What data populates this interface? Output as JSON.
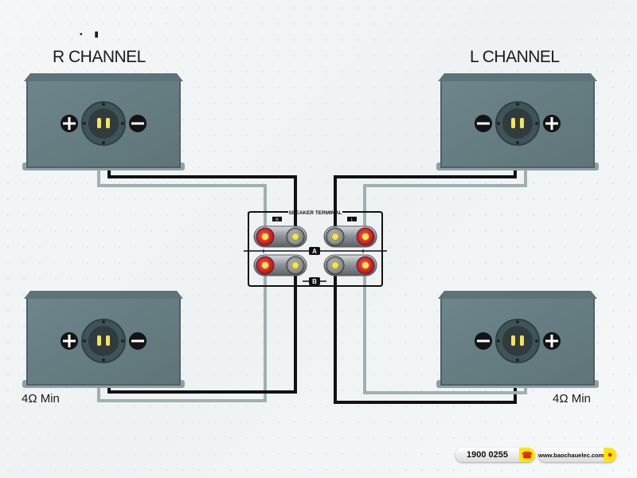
{
  "labels": {
    "r_channel": "R CHANNEL",
    "l_channel": "L CHANNEL",
    "impedance_left": "4Ω Min",
    "impedance_right": "4Ω Min",
    "top_marks": "▪ ▮"
  },
  "terminal_panel": {
    "title": "SPEAKER TERMINAL",
    "tag_r": "R",
    "tag_l": "L",
    "row_a": "A",
    "row_b": "B",
    "plus": "+",
    "minus": "−"
  },
  "speakers": [
    {
      "id": "r-top",
      "channel": "R",
      "polarity_left": "plus",
      "polarity_right": "minus"
    },
    {
      "id": "l-top",
      "channel": "L",
      "polarity_left": "minus",
      "polarity_right": "plus"
    },
    {
      "id": "r-bottom",
      "channel": "R",
      "polarity_left": "plus",
      "polarity_right": "minus"
    },
    {
      "id": "l-bottom",
      "channel": "L",
      "polarity_left": "minus",
      "polarity_right": "plus"
    }
  ],
  "wires": {
    "positive_color": "#9fb0b2",
    "negative_color": "#111111"
  },
  "colors": {
    "speaker_body": "#677f84",
    "speaker_top": "#5c7378",
    "terminal_red": "#e8141e",
    "terminal_gray": "#8f9599",
    "pin_yellow": "#f2e35a"
  },
  "footer": {
    "phone": "1900 0255",
    "phone_icon": "phone-icon",
    "website": "www.baochauelec.com",
    "web_icon": "globe-icon"
  }
}
